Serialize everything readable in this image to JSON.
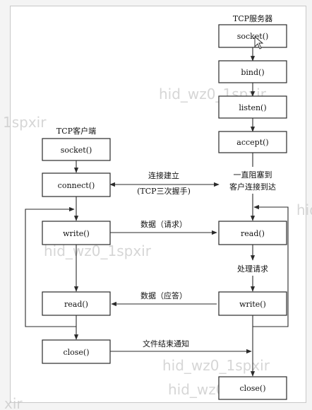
{
  "server": {
    "title": "TCP服务器",
    "socket": "socket()",
    "bind": "bind()",
    "listen": "listen()",
    "accept": "accept()",
    "block_line1": "一直阻塞到",
    "block_line2": "客户连接到达",
    "read": "read()",
    "process": "处理请求",
    "write": "write()",
    "close": "close()"
  },
  "client": {
    "title": "TCP客户端",
    "socket": "socket()",
    "connect": "connect()",
    "write": "write()",
    "read": "read()",
    "close": "close()"
  },
  "messages": {
    "connect_line1": "连接建立",
    "connect_line2": "(TCP三次握手)",
    "request": "数据（请求）",
    "response": "数据（应答）",
    "eof": "文件结束通知"
  },
  "watermarks": [
    "hid_wz0_1spxir",
    "1spxir",
    "hid_wz0_1spxir",
    "hid_wz0_1spxir",
    "hid_wz0_1spxir",
    "hid",
    "xir"
  ]
}
